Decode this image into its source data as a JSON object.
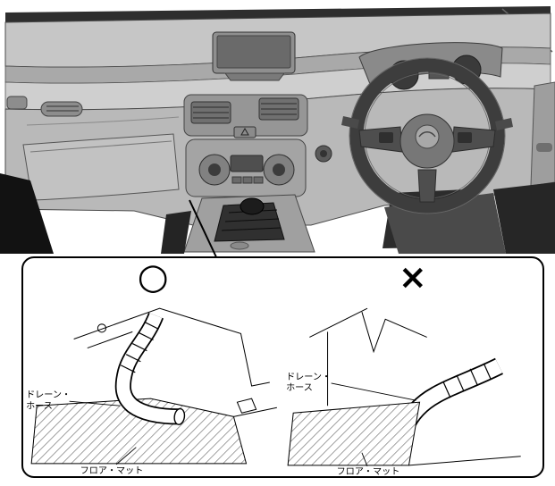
{
  "figure": {
    "callout": {
      "correct": {
        "symbol": "○",
        "drain_hose_label": [
          "ドレーン・",
          "ホース"
        ],
        "floor_mat_label": "フロア・マット"
      },
      "incorrect": {
        "symbol": "×",
        "drain_hose_label": [
          "ドレーン・",
          "ホース"
        ],
        "floor_mat_label": "フロア・マット"
      }
    },
    "colors": {
      "line": "#000000",
      "hatch": "#555555",
      "dash_light": "#c6c6c6",
      "dash_mid": "#9a9a9a",
      "dash_dark": "#2b2b2b"
    }
  }
}
